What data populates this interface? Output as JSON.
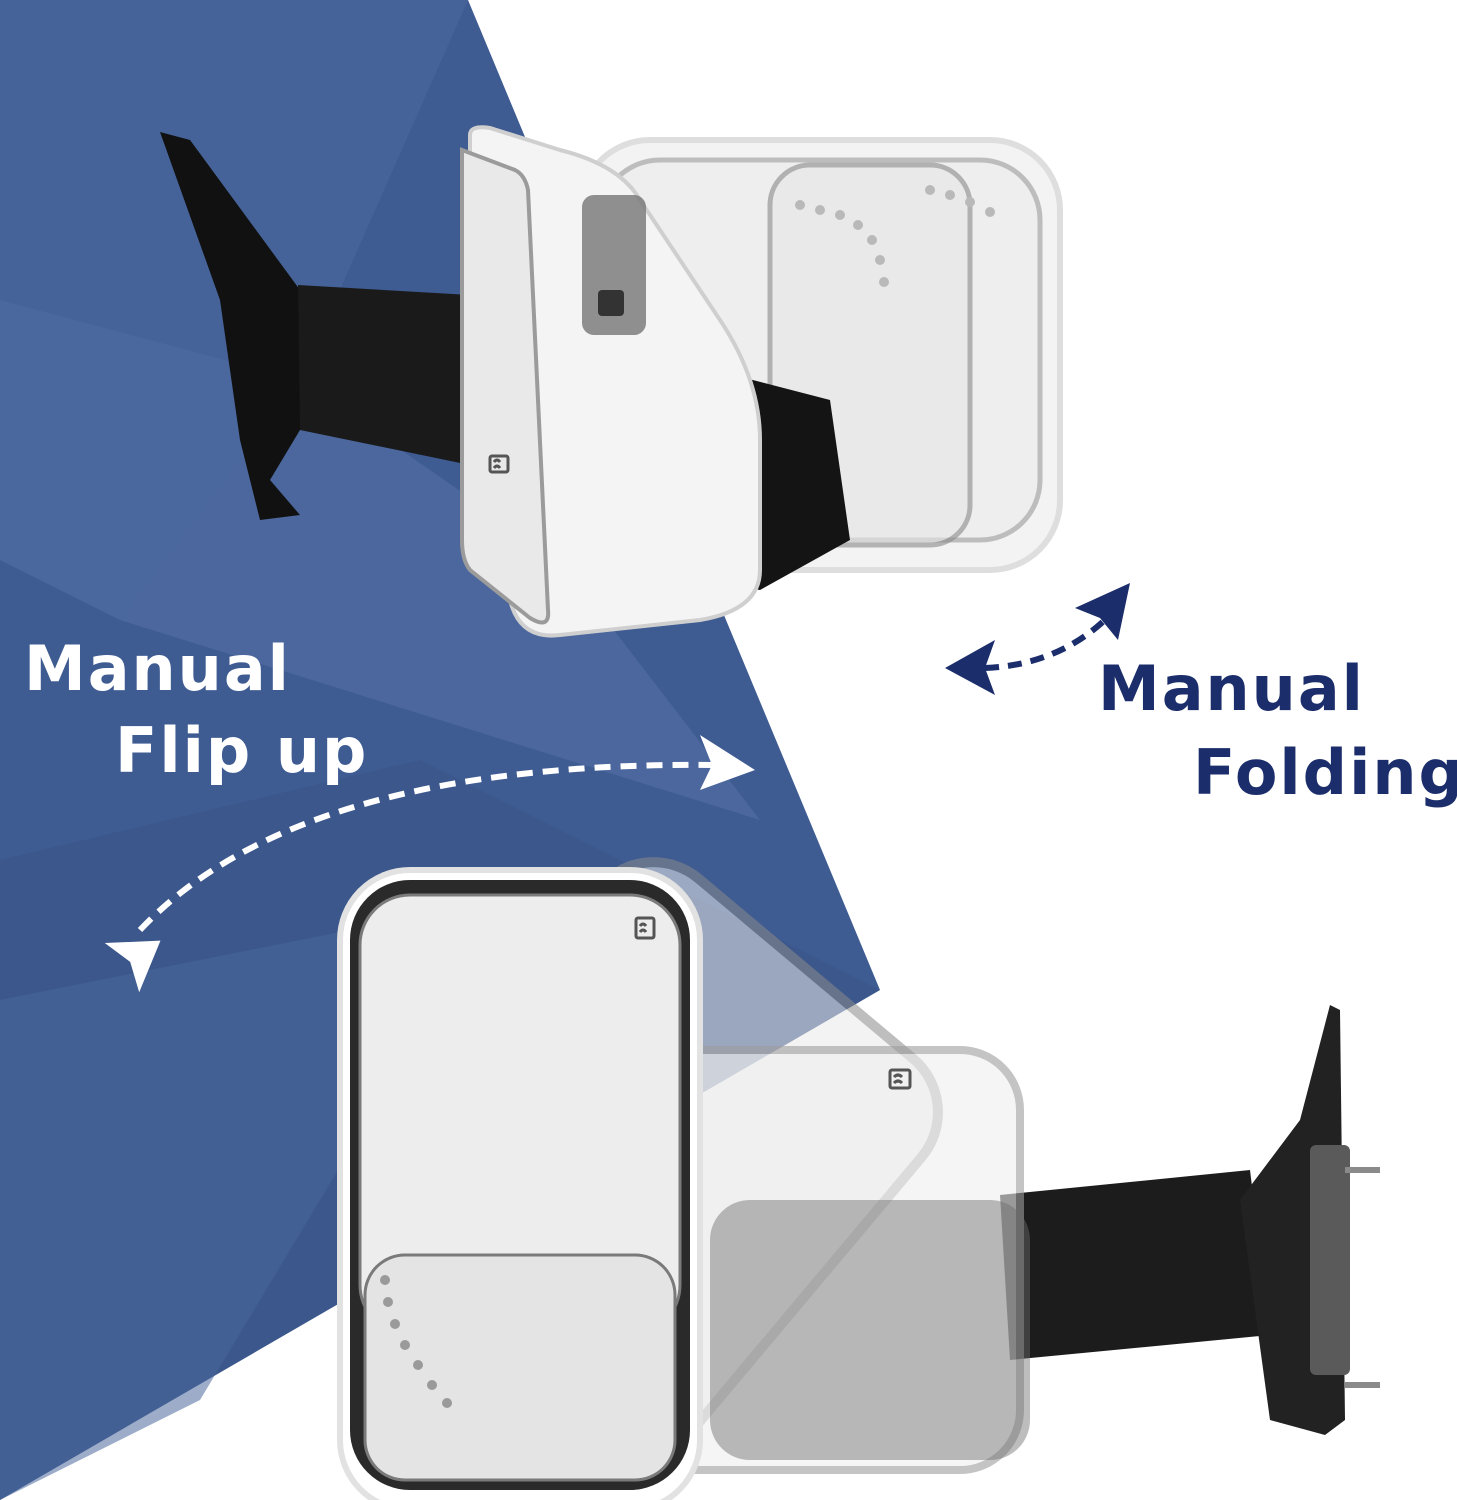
{
  "labels": {
    "flip": {
      "line1": "Manual",
      "line2": "Flip up"
    },
    "fold": {
      "line1": "Manual",
      "line2": "Folding"
    }
  },
  "colors": {
    "background": "#ffffff",
    "panel_blue": "#3e5b92",
    "panel_blue_light": "#5b76a8",
    "navy_text": "#1b2d6b",
    "arrow_white": "#ffffff",
    "arrow_navy": "#1b2d6b"
  },
  "icons": {
    "flip_arrow": "curved-double-arrow-icon",
    "fold_arrow": "curved-double-arrow-icon",
    "heated_glass": "heated-mirror-icon"
  }
}
